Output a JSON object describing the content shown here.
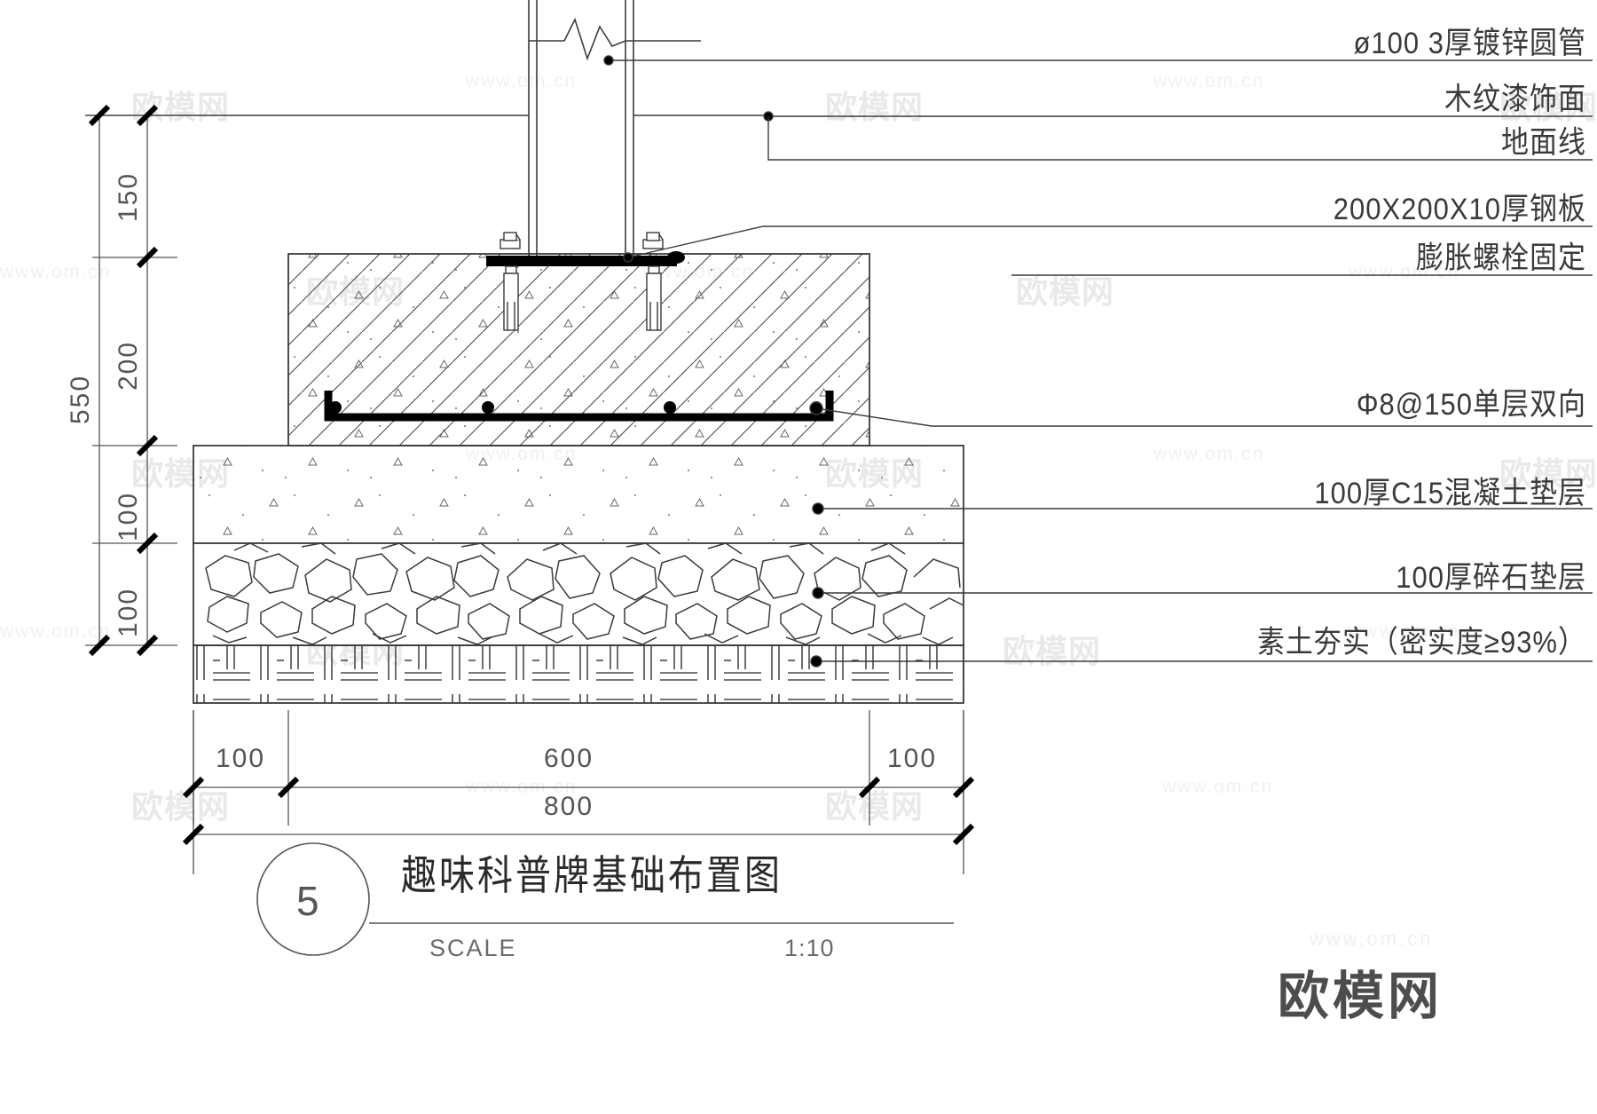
{
  "drawing": {
    "title": "趣味科普牌基础布置图",
    "detail_number": "5",
    "scale_label": "SCALE",
    "scale_value": "1:10"
  },
  "annotations": [
    {
      "id": "post",
      "label": "ø100  3厚镀锌圆管"
    },
    {
      "id": "wood-finish",
      "label": "木纹漆饰面"
    },
    {
      "id": "ground-line",
      "label": "地面线"
    },
    {
      "id": "base-plate",
      "label": "200X200X10厚钢板"
    },
    {
      "id": "anchor-bolt",
      "label": "膨胀螺栓固定"
    },
    {
      "id": "rebar",
      "label": "Φ8@150单层双向"
    },
    {
      "id": "c15-cushion",
      "label": "100厚C15混凝土垫层"
    },
    {
      "id": "gravel-bed",
      "label": "100厚碎石垫层"
    },
    {
      "id": "compacted",
      "label": "素土夯实（密实度≥93%）"
    }
  ],
  "dimensions": {
    "vertical_chain": [
      "150",
      "200",
      "100",
      "100"
    ],
    "vertical_total": "550",
    "horizontal_chain": [
      "100",
      "600",
      "100"
    ],
    "horizontal_total": "800"
  },
  "watermarks": {
    "logo_text": "欧模网",
    "url_text": "www.om.cn",
    "brand_text": "欧模网",
    "brand_url": "www.om.cn"
  },
  "colors": {
    "line": "#3a3a3a",
    "solid_fill": "#000000",
    "text": "#3a3a3a",
    "watermark": "#ededed",
    "brand": "#4d4d4d"
  }
}
